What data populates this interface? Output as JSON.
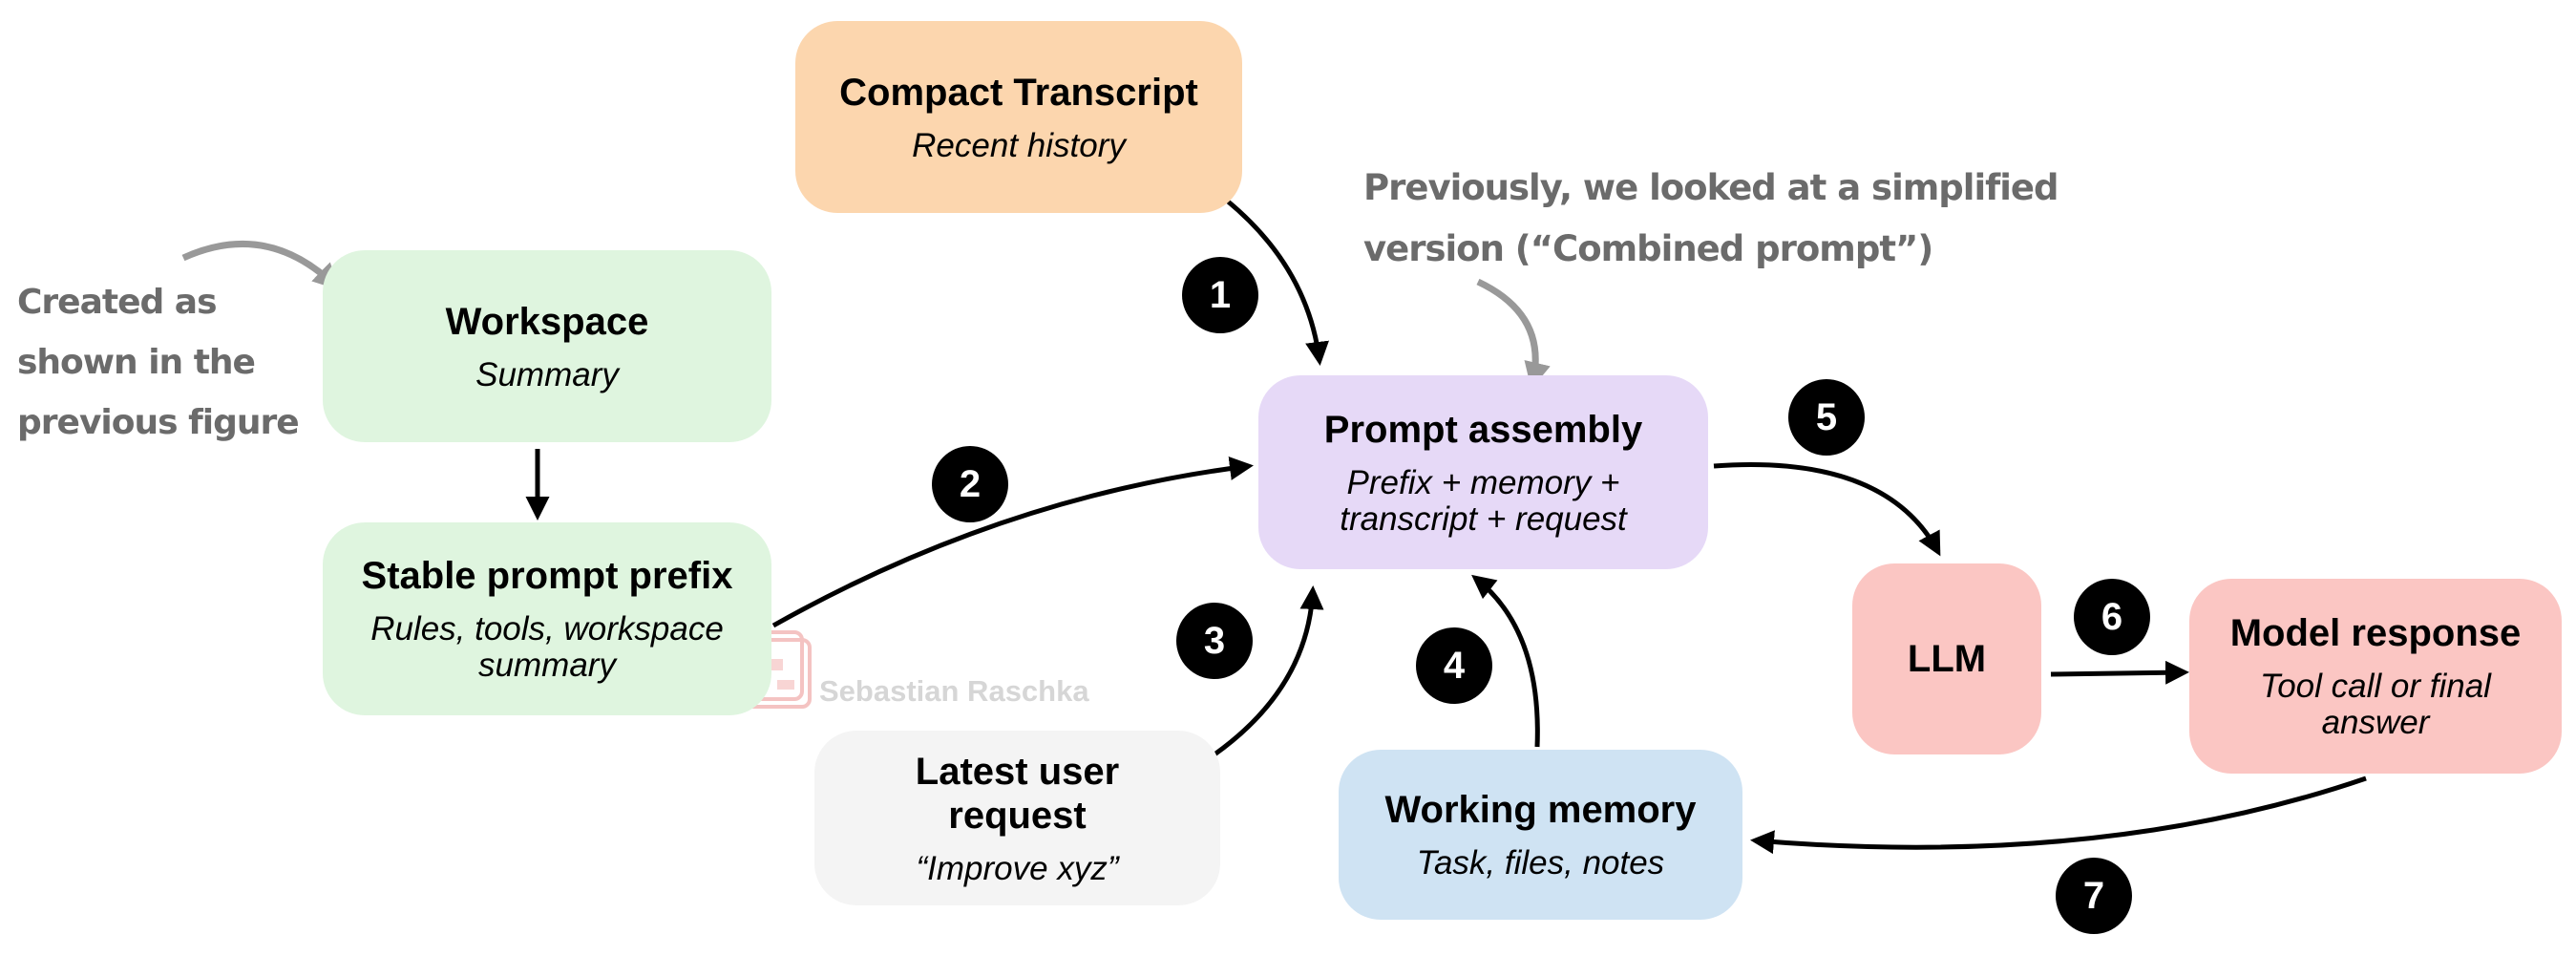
{
  "boxes": {
    "compact_transcript": {
      "title": "Compact Transcript",
      "subtitle": "Recent history",
      "color": "#fcd6ae"
    },
    "workspace": {
      "title": "Workspace",
      "subtitle": "Summary",
      "color": "#dff5df"
    },
    "stable_prefix": {
      "title": "Stable prompt prefix",
      "subtitle_line1": "Rules, tools, workspace",
      "subtitle_line2": "summary",
      "color": "#dff5df"
    },
    "prompt_assembly": {
      "title": "Prompt assembly",
      "subtitle_line1": "Prefix + memory +",
      "subtitle_line2": "transcript + request",
      "color": "#e6d9f7"
    },
    "llm": {
      "title": "LLM",
      "color": "#fbc6c3"
    },
    "model_response": {
      "title": "Model response",
      "subtitle_line1": "Tool call or final",
      "subtitle_line2": "answer",
      "color": "#fbc6c3"
    },
    "latest_request": {
      "title_line1": "Latest user",
      "title_line2": "request",
      "subtitle": "“Improve xyz”",
      "color": "#f4f4f4"
    },
    "working_memory": {
      "title": "Working memory",
      "subtitle": "Task, files, notes",
      "color": "#cfe3f3"
    }
  },
  "badges": [
    "1",
    "2",
    "3",
    "4",
    "5",
    "6",
    "7"
  ],
  "notes": {
    "created": [
      "Created as",
      "shown in the",
      "previous figure"
    ],
    "previously": [
      "Previously, we looked at a simplified",
      "version (“Combined prompt”)"
    ]
  },
  "watermark": "Sebastian Raschka",
  "colors": {
    "arrow": "#000000",
    "note_arrow": "#999999",
    "note_text": "#6b6b6b"
  }
}
